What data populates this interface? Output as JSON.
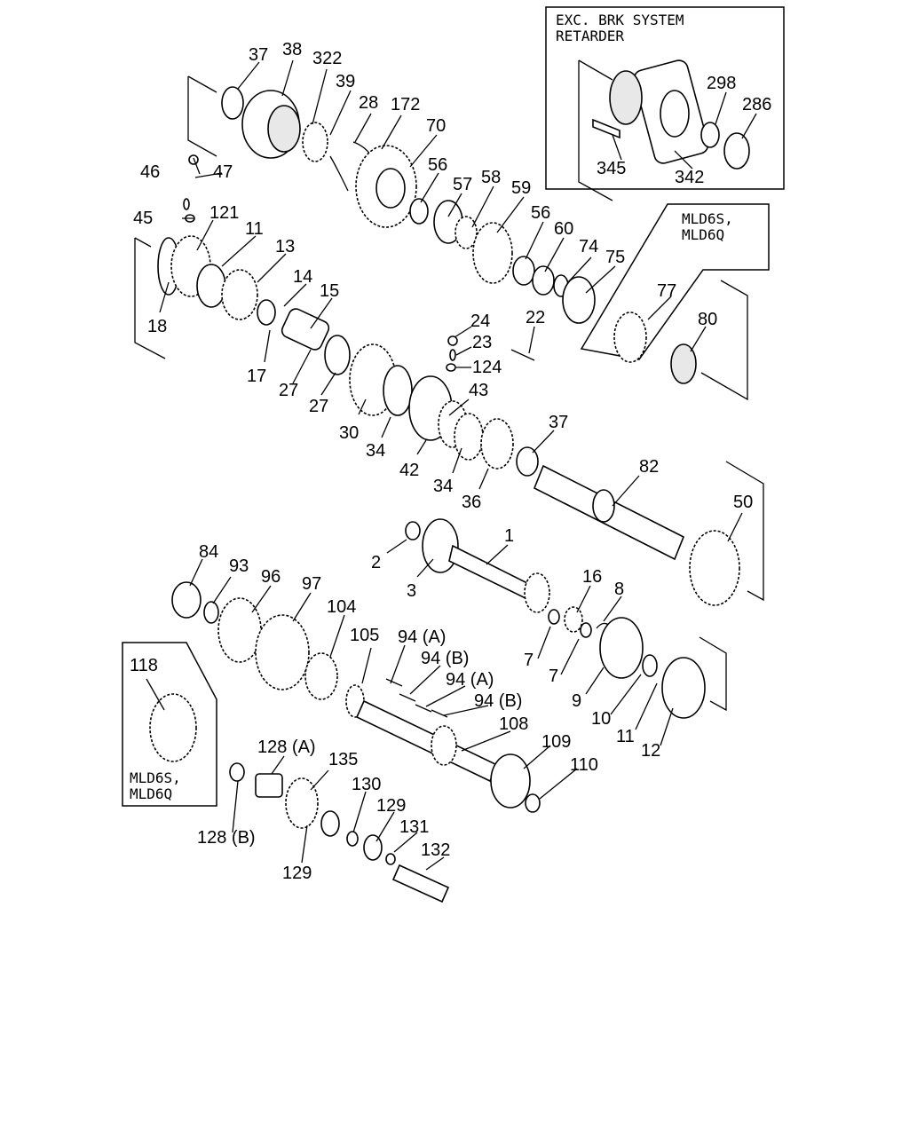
{
  "boxes": {
    "retarder": {
      "lines": [
        "EXC. BRK SYSTEM",
        "RETARDER"
      ]
    },
    "mld_upper": {
      "lines": [
        "MLD6S,",
        "MLD6Q"
      ]
    },
    "mld_lower": {
      "lines": [
        "MLD6S,",
        "MLD6Q"
      ]
    }
  },
  "part_labels": [
    "37",
    "38",
    "322",
    "39",
    "28",
    "172",
    "70",
    "46",
    "47",
    "45",
    "121",
    "11",
    "13",
    "18",
    "14",
    "15",
    "17",
    "27",
    "27",
    "56",
    "57",
    "58",
    "59",
    "56",
    "60",
    "74",
    "75",
    "24",
    "23",
    "124",
    "22",
    "30",
    "34",
    "42",
    "43",
    "34",
    "36",
    "37",
    "82",
    "50",
    "1",
    "2",
    "3",
    "84",
    "93",
    "96",
    "97",
    "104",
    "105",
    "94 (A)",
    "94 (B)",
    "94 (A)",
    "94 (B)",
    "16",
    "8",
    "7",
    "7",
    "9",
    "10",
    "11",
    "12",
    "118",
    "108",
    "109",
    "110",
    "128 (A)",
    "135",
    "130",
    "129",
    "131",
    "132",
    "128 (B)",
    "129",
    "77",
    "80",
    "298",
    "286",
    "345",
    "342"
  ]
}
